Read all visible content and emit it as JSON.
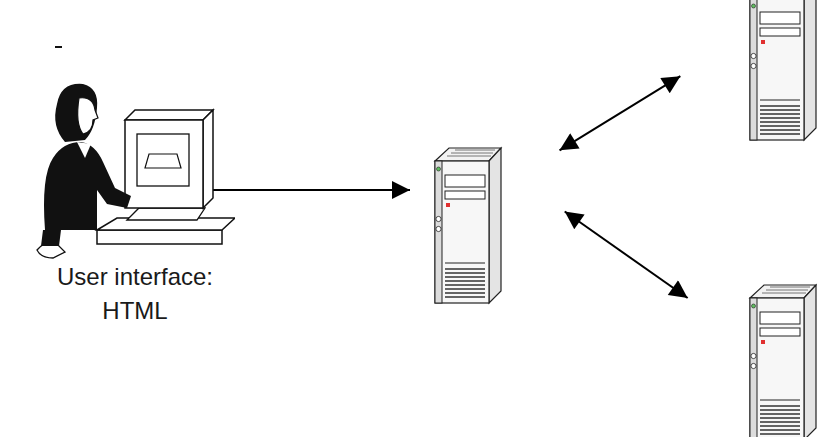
{
  "diagram": {
    "nodes": [
      {
        "text": [
          "User interface: HTML"
        ]
      },
      {
        "text": []
      },
      {
        "text": []
      },
      {
        "text": []
      }
    ],
    "edges": [
      {
        "from": 0,
        "to": 1,
        "arrow": "both"
      },
      {
        "from": 1,
        "to": 2,
        "arrow": "both"
      },
      {
        "from": 1,
        "to": 3,
        "arrow": "both"
      }
    ]
  }
}
